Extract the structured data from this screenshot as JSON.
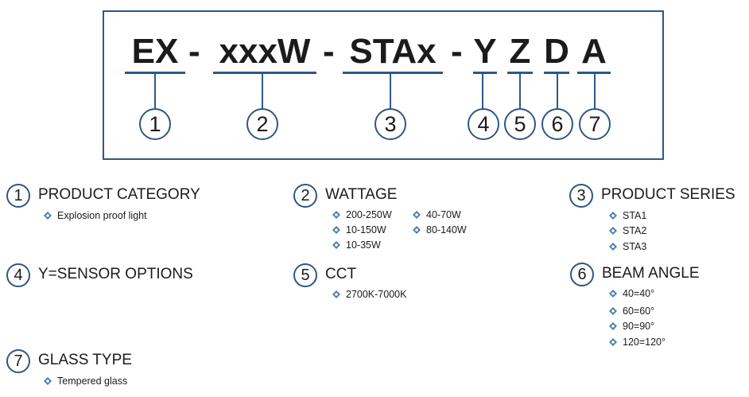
{
  "code": {
    "segments": [
      "EX",
      "xxxW",
      "STAx",
      "Y",
      "Z",
      "D",
      "A"
    ],
    "separator": "-",
    "numbers": [
      "1",
      "2",
      "3",
      "4",
      "5",
      "6",
      "7"
    ]
  },
  "sections": [
    {
      "num": "1",
      "title": "PRODUCT CATEGORY",
      "items": [
        "Explosion proof light"
      ]
    },
    {
      "num": "2",
      "title": "WATTAGE",
      "items": [
        "200-250W",
        "10-150W",
        "10-35W",
        "40-70W",
        "80-140W"
      ]
    },
    {
      "num": "3",
      "title": "PRODUCT SERIES",
      "items": [
        "STA1",
        "STA2",
        "STA3"
      ]
    },
    {
      "num": "4",
      "title": "Y=SENSOR OPTIONS",
      "items": []
    },
    {
      "num": "5",
      "title": "CCT",
      "items": [
        "2700K-7000K"
      ]
    },
    {
      "num": "6",
      "title": "BEAM ANGLE",
      "items": [
        "40=40°",
        "60=60°",
        "90=90°",
        "120=120°"
      ]
    },
    {
      "num": "7",
      "title": "GLASS TYPE",
      "items": [
        "Tempered glass"
      ]
    }
  ],
  "colors": {
    "accent": "#2f5787",
    "bullet": "#4a7fb5",
    "text": "#1b1b1b"
  },
  "icons": {
    "bullet": "diamond-bullet-icon"
  }
}
